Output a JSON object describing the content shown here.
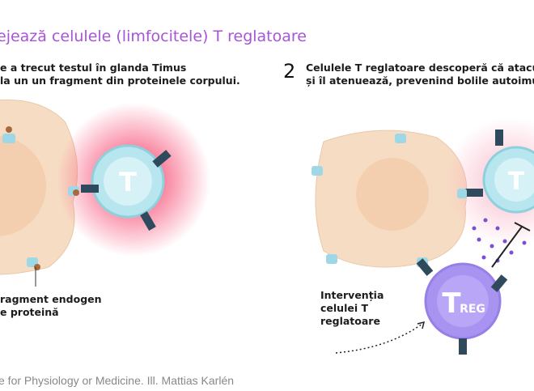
{
  "title": "ejează celulele (limfocitele) T reglatoare",
  "panel1": {
    "caption_line1": "e a trecut testul în glanda Timus",
    "caption_line2": "la un un fragment din proteinele corpului.",
    "label_line1": "ragment endogen",
    "label_line2": "e proteină",
    "t_cell_letter": "T"
  },
  "panel2": {
    "number": "2",
    "caption_line1": "Celulele T reglatoare descoperă că atacu",
    "caption_line2": "și îl atenuează, prevenind bolile autoimu",
    "label_line1": "Intervenția",
    "label_line2": "celulei T",
    "label_line3": "reglatoare",
    "t_cell_letter": "T",
    "treg_letter": "T",
    "treg_sub": "REG"
  },
  "footer": "e for Physiology or Medicine. Ill. Mattias Karlén",
  "colors": {
    "title": "#a655d8",
    "cell": "#f7dcc4",
    "tcell": "#b7e6ee",
    "treg": "#a993f0",
    "glow": "#f7597e",
    "receptor": "#2e4a5c"
  }
}
